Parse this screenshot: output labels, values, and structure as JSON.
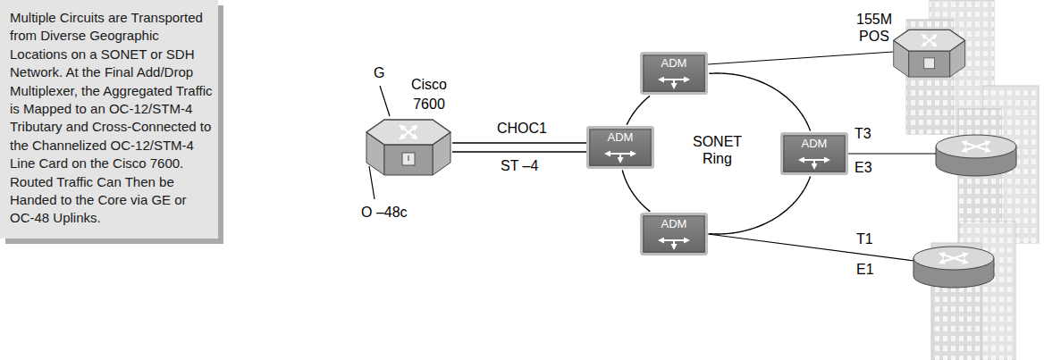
{
  "diagram": {
    "nodes": [
      {
        "text": [
          "Multiple Circuits are Transported from Diverse Geographic Locations on a SONET or SDH Network. At the Final Add/Drop Multiplexer, the Aggregated Traffic is Mapped to an OC-12/STM-4 Tributary and Cross-Connected to the Channelized OC-12/STM-4 Line Card on the Cisco 7600. Routed Traffic Can Then be Handed to the Core via GE or OC-48 Uplinks."
        ]
      },
      {
        "text": [
          "Cisco 7600"
        ]
      },
      {
        "text": [
          "ADM"
        ]
      },
      {
        "text": [
          "ADM"
        ]
      },
      {
        "text": [
          "ADM"
        ]
      },
      {
        "text": [
          "ADM"
        ]
      }
    ],
    "edges": [
      {
        "from": 1,
        "to": 2,
        "arrow": "none"
      },
      {
        "from": 2,
        "to": 3,
        "arrow": "none"
      },
      {
        "from": 3,
        "to": 4,
        "arrow": "none"
      },
      {
        "from": 4,
        "to": 5,
        "arrow": "none"
      },
      {
        "from": 5,
        "to": 2,
        "arrow": "none"
      }
    ],
    "labels": [
      "G",
      "O –48c",
      "CHOC1",
      "ST –4",
      "SONET Ring",
      "155M POS",
      "T3",
      "E3",
      "T1",
      "E1"
    ]
  }
}
